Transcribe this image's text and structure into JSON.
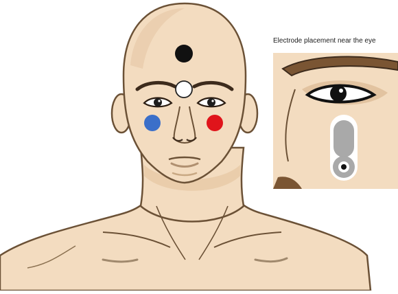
{
  "inset": {
    "caption": "Electrode placement near the eye"
  },
  "colors": {
    "skin": "#f3dcc0",
    "skin_shadow": "#dcbd9a",
    "outline": "#6b5136",
    "electrode_ground": "#111111",
    "electrode_reference": "#ffffff",
    "electrode_left": "#3b6fc9",
    "electrode_right": "#e0141b",
    "eye_electrode": "#a9a9a9",
    "brow": "#3d2b1c"
  },
  "electrodes": [
    {
      "name": "forehead-ground",
      "color": "#111111"
    },
    {
      "name": "forehead-reference",
      "color": "#ffffff"
    },
    {
      "name": "left-cheek",
      "color": "#3b6fc9"
    },
    {
      "name": "right-cheek",
      "color": "#e0141b"
    }
  ]
}
